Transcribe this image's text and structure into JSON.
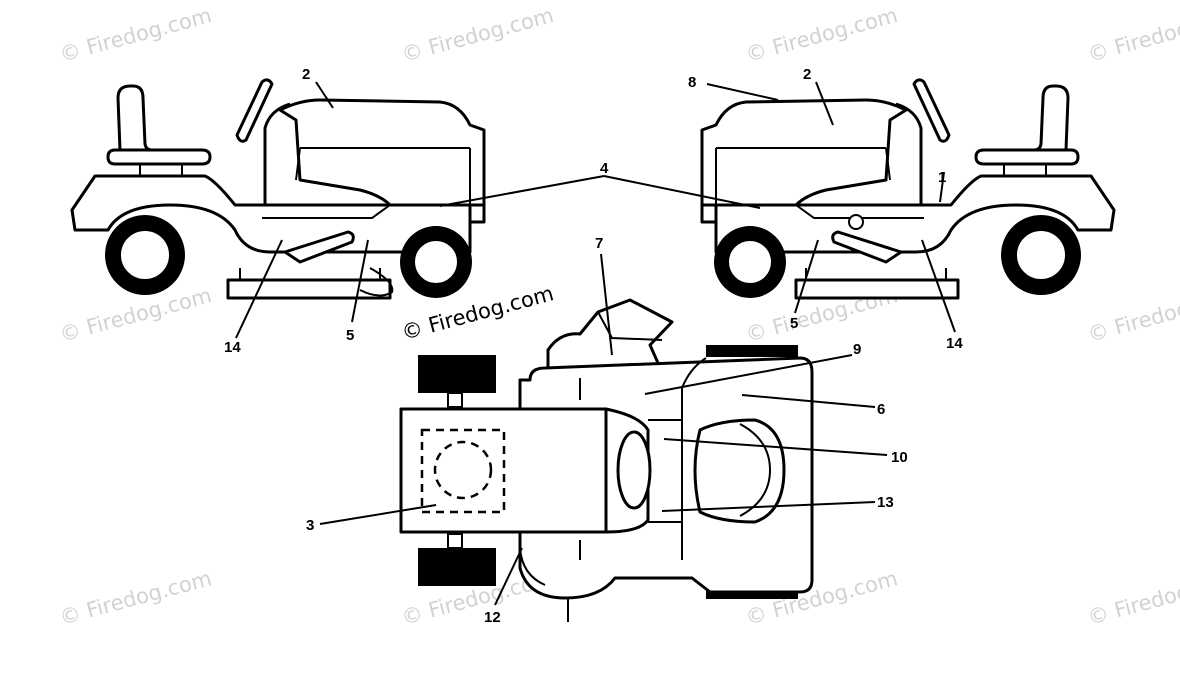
{
  "watermark": {
    "text": "© Firedog.com"
  },
  "callouts": {
    "left_side": {
      "c2": "2",
      "c4": "4",
      "c14": "14",
      "c5": "5"
    },
    "right_side": {
      "c8": "8",
      "c2": "2",
      "c1": "1",
      "c5": "5",
      "c14": "14"
    },
    "top_view": {
      "c7": "7",
      "c9": "9",
      "c6": "6",
      "c10": "10",
      "c13": "13",
      "c3": "3",
      "c12": "12"
    }
  }
}
